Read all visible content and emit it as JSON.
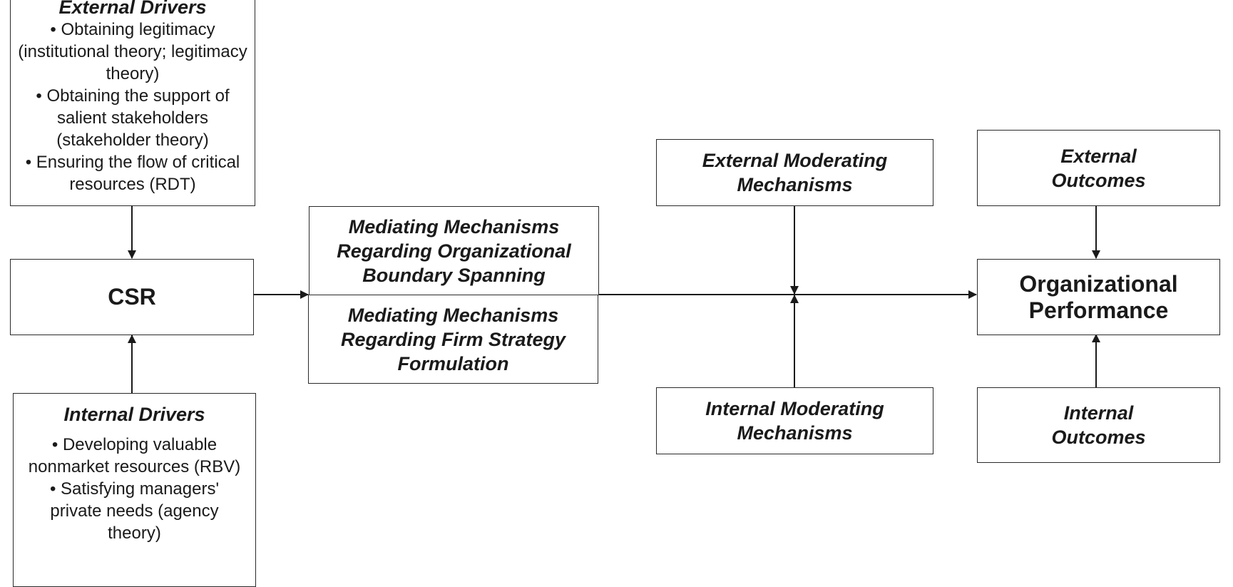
{
  "external_drivers": {
    "title": "External Drivers",
    "items": [
      "Obtaining legitimacy (institutional theory; legitimacy theory)",
      "Obtaining the support of salient stakeholders (stakeholder theory)",
      "Ensuring the flow of critical resources (RDT)"
    ]
  },
  "csr": {
    "label": "CSR"
  },
  "internal_drivers": {
    "title": "Internal Drivers",
    "items": [
      "Developing valuable nonmarket resources (RBV)",
      "Satisfying managers' private needs (agency theory)"
    ]
  },
  "mediating": {
    "boundary": "Mediating Mechanisms Regarding Organizational Boundary Spanning",
    "strategy": "Mediating Mechanisms Regarding Firm Strategy Formulation"
  },
  "moderating": {
    "external": "External Moderating Mechanisms",
    "internal": "Internal Moderating Mechanisms"
  },
  "outcomes": {
    "external": "External Outcomes",
    "performance": "Organizational Performance",
    "internal": "Internal Outcomes"
  }
}
